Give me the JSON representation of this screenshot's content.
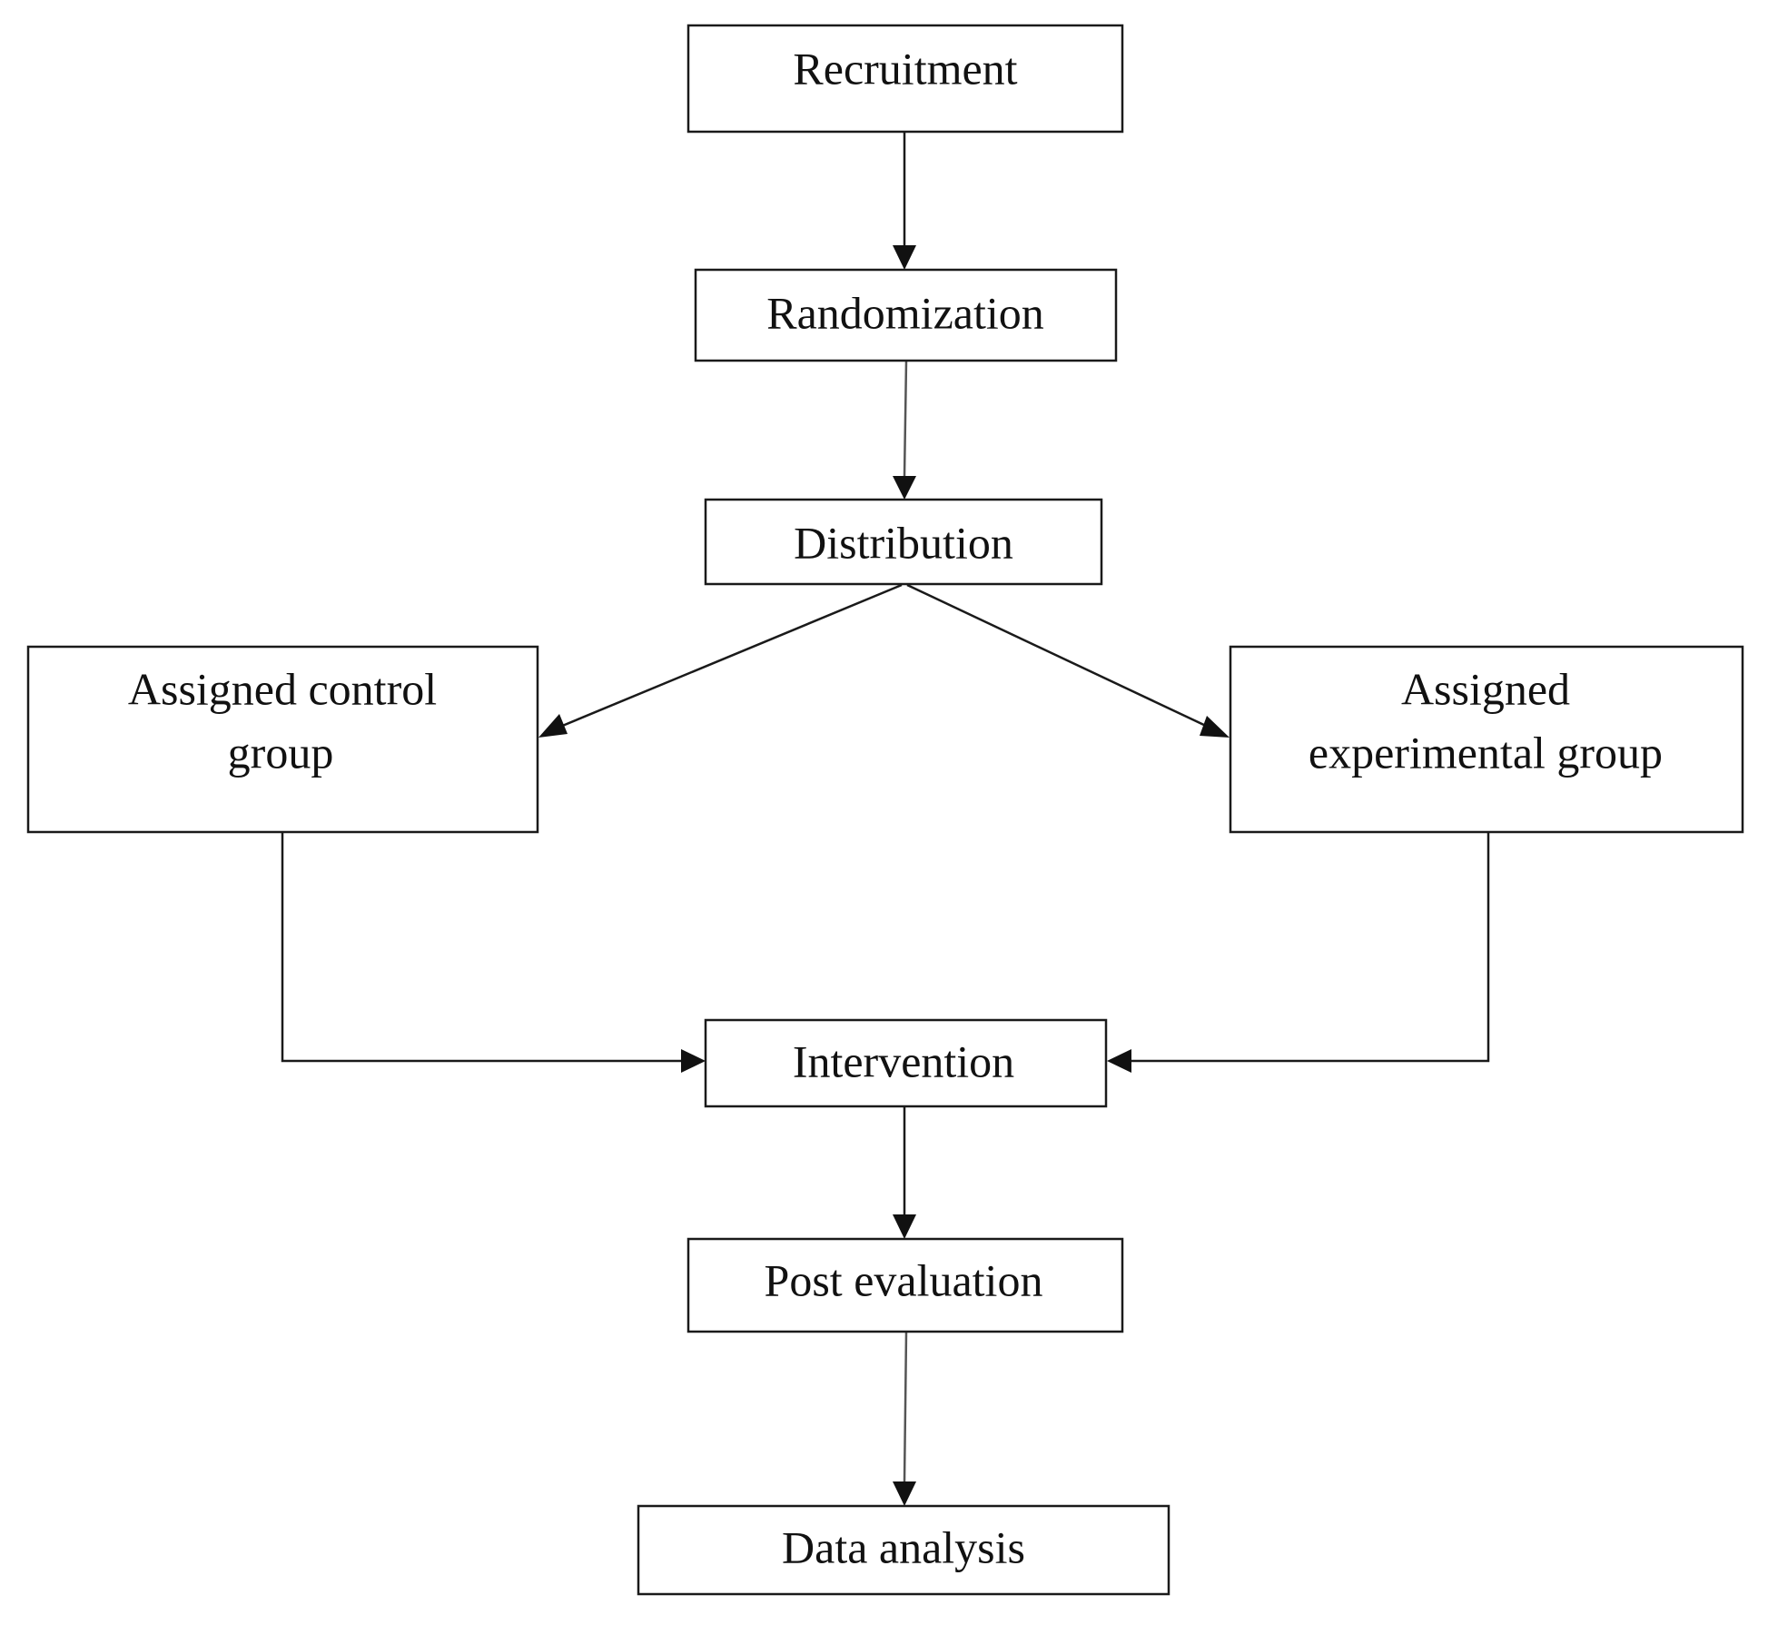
{
  "diagram": {
    "nodes": {
      "recruitment": "Recruitment",
      "randomization": "Randomization",
      "distribution": "Distribution",
      "control_group": [
        "Assigned control",
        "group"
      ],
      "experimental_group": [
        "Assigned",
        "experimental group"
      ],
      "intervention": "Intervention",
      "post_evaluation": "Post evaluation",
      "data_analysis": "Data analysis"
    },
    "edges": [
      {
        "from": "Recruitment",
        "to": "Randomization"
      },
      {
        "from": "Randomization",
        "to": "Distribution"
      },
      {
        "from": "Distribution",
        "to": "Assigned control group"
      },
      {
        "from": "Distribution",
        "to": "Assigned experimental group"
      },
      {
        "from": "Assigned control group",
        "to": "Intervention"
      },
      {
        "from": "Assigned experimental group",
        "to": "Intervention"
      },
      {
        "from": "Intervention",
        "to": "Post evaluation"
      },
      {
        "from": "Post evaluation",
        "to": "Data analysis"
      }
    ]
  }
}
